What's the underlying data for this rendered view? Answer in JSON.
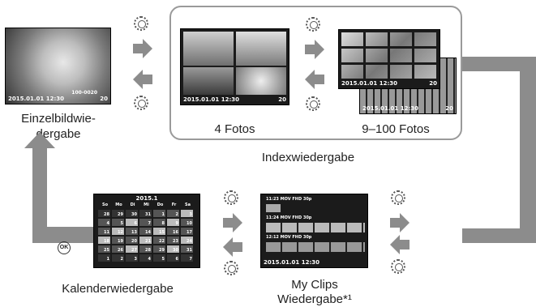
{
  "labels": {
    "single": "Einzelbildwie-\ndergabe",
    "four": "4 Fotos",
    "many": "9–100 Fotos",
    "index": "Indexwiedergabe",
    "calendar": "Kalenderwiedergabe",
    "myclips_line1": "My Clips",
    "myclips_line2": "Wiedergabe*¹"
  },
  "screens": {
    "single_ts": "2015.01.01 12:30",
    "single_num": "20",
    "single_counter": "100-0020",
    "four_ts": "2015.01.01 12:30",
    "four_num": "20",
    "many_ts": "2015.01.01 12:30",
    "many_num": "20",
    "many_ts2": "2015.01.01 12:30",
    "many_num2": "20",
    "myclips_ts": "2015.01.01 12:30",
    "myclips_rows": [
      "11:23 MOV  FHD  30p",
      "11:24 MOV  FHD  30p",
      "12:12 MOV  FHD  30p"
    ]
  },
  "calendar": {
    "title": "2015.1",
    "weekdays": [
      "So",
      "Mo",
      "Di",
      "Mi",
      "Do",
      "Fr",
      "Sa"
    ],
    "weeks": [
      [
        "28",
        "29",
        "30",
        "31",
        "1",
        "2",
        "3"
      ],
      [
        "4",
        "5",
        "6",
        "7",
        "8",
        "9",
        "10"
      ],
      [
        "11",
        "12",
        "13",
        "14",
        "15",
        "16",
        "17"
      ],
      [
        "18",
        "19",
        "20",
        "21",
        "22",
        "23",
        "24"
      ],
      [
        "25",
        "26",
        "27",
        "28",
        "29",
        "30",
        "31"
      ],
      [
        "1",
        "2",
        "3",
        "4",
        "5",
        "6",
        "7"
      ]
    ]
  },
  "ok_button": "OK",
  "colors": {
    "arrow": "#8c8c8c",
    "box_border": "#9a9a9a"
  }
}
